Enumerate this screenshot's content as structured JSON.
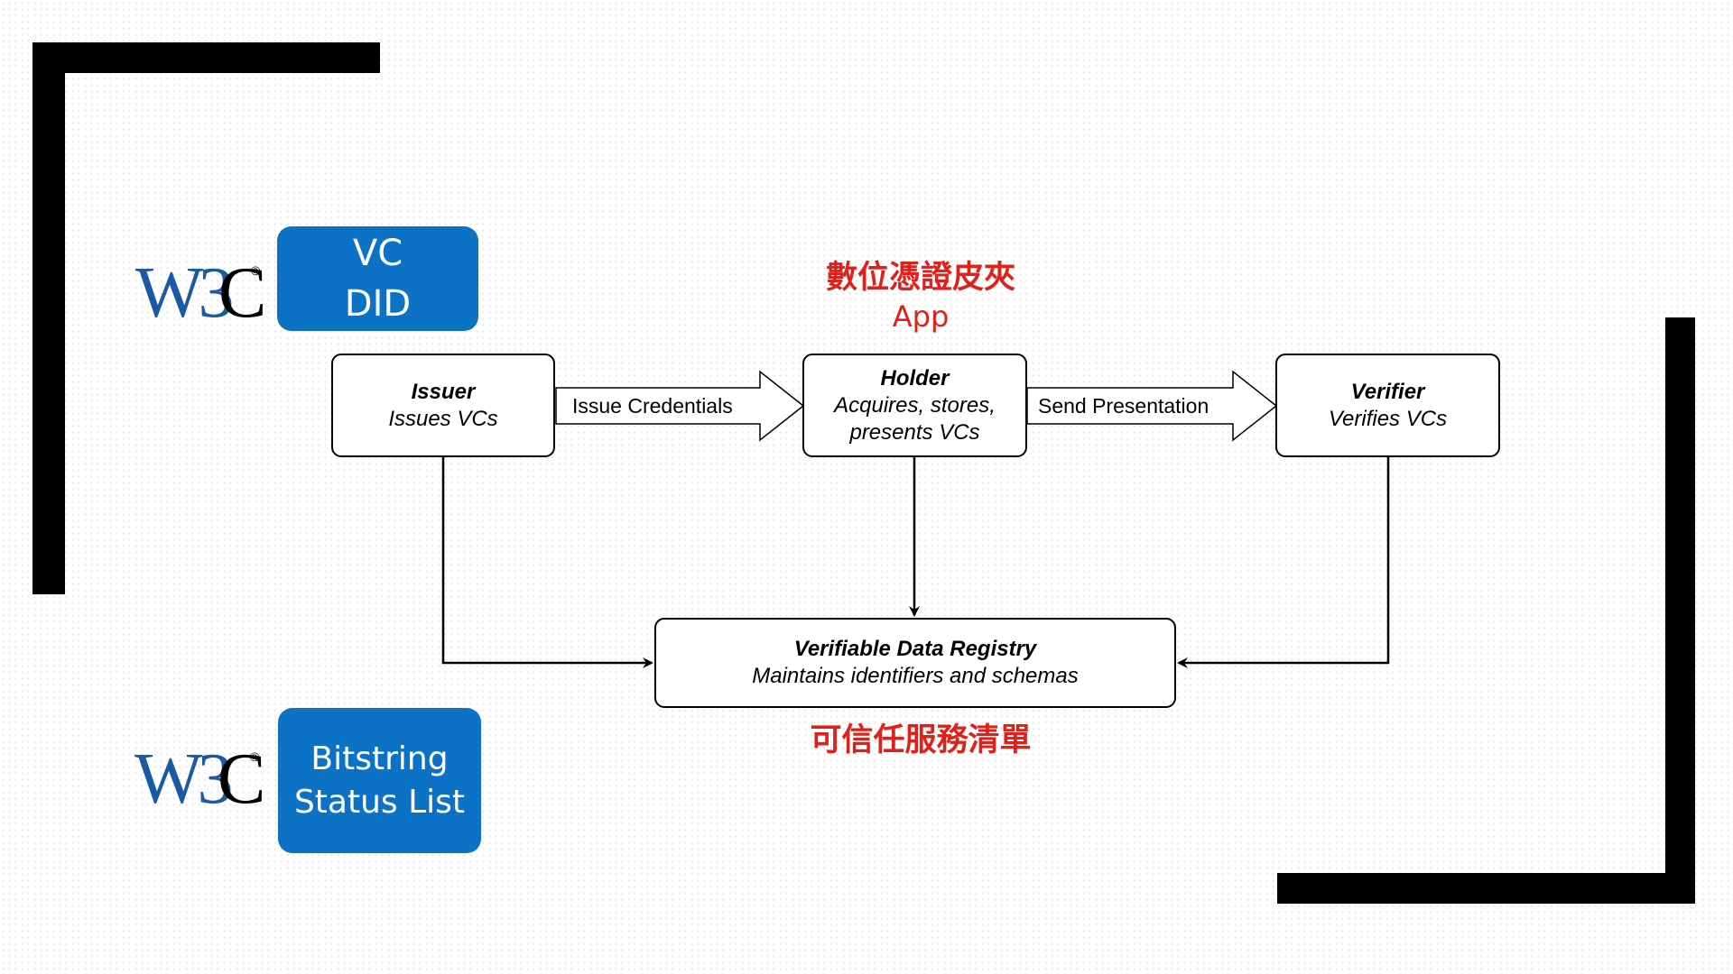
{
  "logos": {
    "top": "W3C",
    "bottom": "W3C"
  },
  "badges": {
    "vc_did": [
      "VC",
      "DID"
    ],
    "bitstring": [
      "Bitstring",
      "Status List"
    ]
  },
  "annotations": {
    "wallet_zh": "數位憑證皮夾",
    "wallet_en": "App",
    "registry_zh": "可信任服務清單"
  },
  "nodes": {
    "issuer": {
      "title": "Issuer",
      "desc": "Issues VCs"
    },
    "holder": {
      "title": "Holder",
      "desc": [
        "Acquires, stores,",
        "presents VCs"
      ]
    },
    "verifier": {
      "title": "Verifier",
      "desc": "Verifies VCs"
    },
    "registry": {
      "title": "Verifiable Data Registry",
      "desc": "Maintains identifiers and schemas"
    }
  },
  "edges": {
    "issue": "Issue Credentials",
    "send": "Send Presentation"
  },
  "colors": {
    "badge_blue": "#0b72c6",
    "w3c_blue": "#1a5aa4",
    "annotation_red": "#e0201b",
    "frame": "#000000"
  }
}
